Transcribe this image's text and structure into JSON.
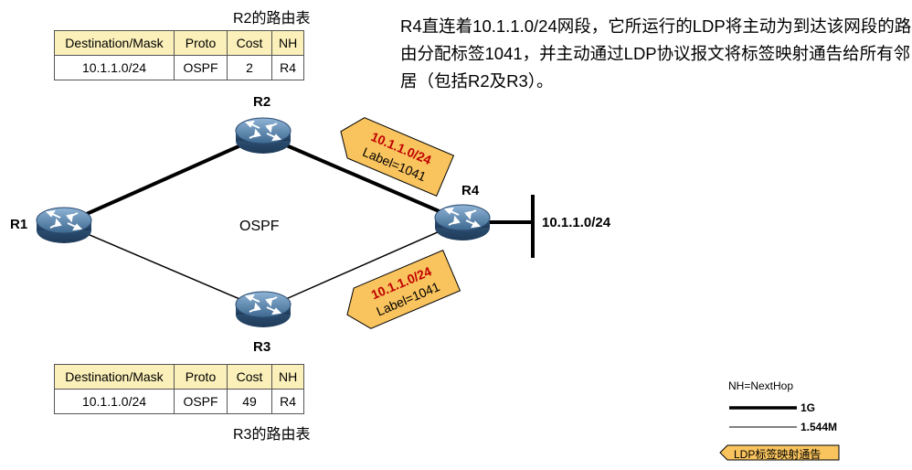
{
  "description": "R4直连着10.1.1.0/24网段，它所运行的LDP将主动为到达该网段的路由分配标签1041，并主动通过LDP协议报文将标签映射通告给所有邻居（包括R2及R3）。",
  "tables": {
    "r2": {
      "caption": "R2的路由表",
      "headers": [
        "Destination/Mask",
        "Proto",
        "Cost",
        "NH"
      ],
      "row": [
        "10.1.1.0/24",
        "OSPF",
        "2",
        "R4"
      ]
    },
    "r3": {
      "caption": "R3的路由表",
      "headers": [
        "Destination/Mask",
        "Proto",
        "Cost",
        "NH"
      ],
      "row": [
        "10.1.1.0/24",
        "OSPF",
        "49",
        "R4"
      ]
    }
  },
  "routers": {
    "r1": "R1",
    "r2": "R2",
    "r3": "R3",
    "r4": "R4"
  },
  "network": "10.1.1.0/24",
  "protocol": "OSPF",
  "tags": {
    "upper": {
      "prefix": "10.1.1.0/24",
      "label": "Label=1041"
    },
    "lower": {
      "prefix": "10.1.1.0/24",
      "label": "Label=1041"
    }
  },
  "legend": {
    "nh": "NH=NextHop",
    "thick": "1G",
    "thin": "1.544M",
    "tag": "LDP标签映射通告"
  },
  "colors": {
    "header_fill": "#fbf0b9",
    "tag_fill": "#f9c35e",
    "tag_text": "#c00000",
    "router_body": "#4a76a0"
  }
}
